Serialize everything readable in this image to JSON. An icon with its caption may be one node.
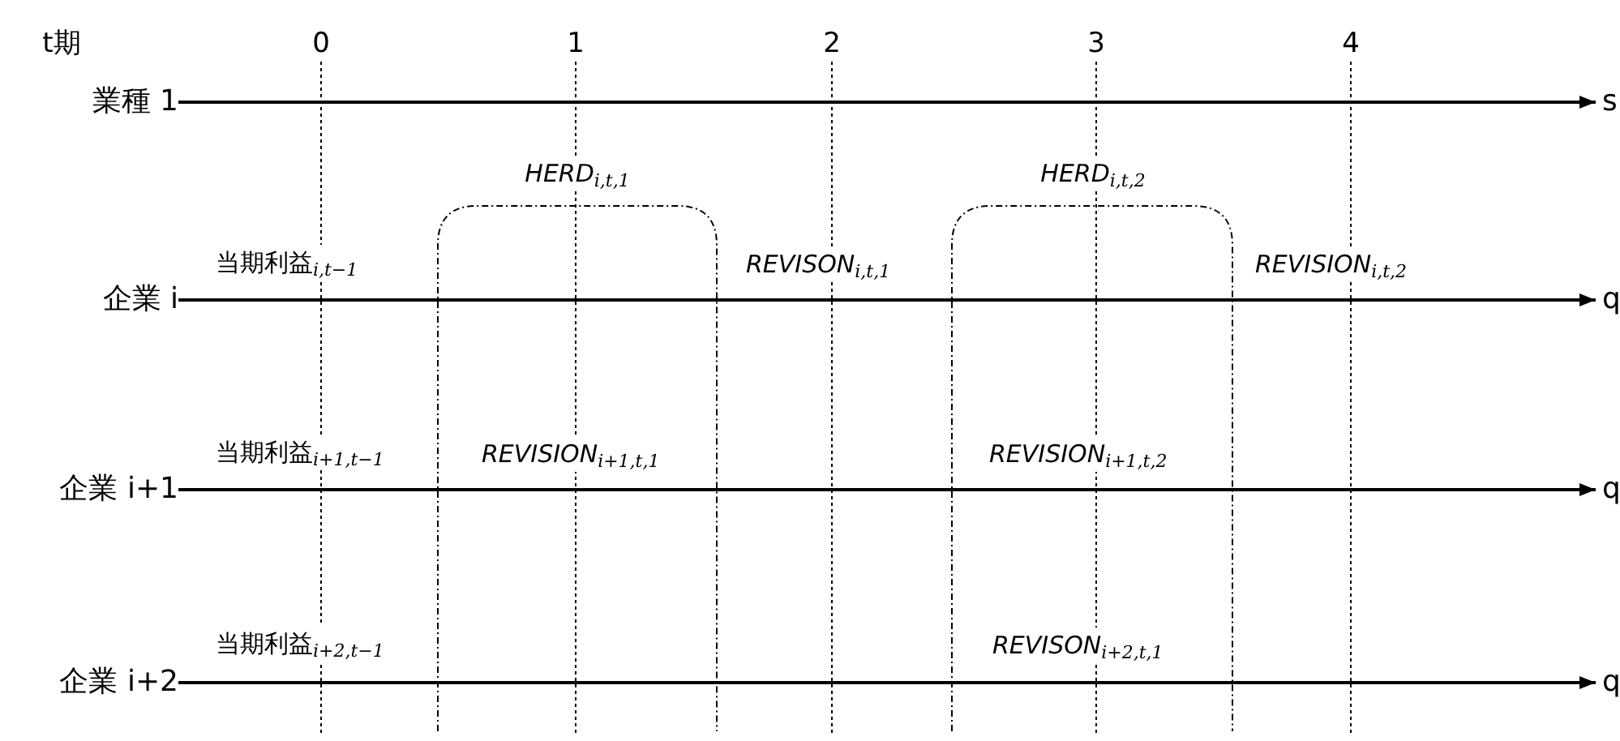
{
  "diagram": {
    "nodes": [
      {
        "text": [
          "業種 1"
        ]
      },
      {
        "text": [
          "s"
        ]
      },
      {
        "text": [
          "企業 i"
        ]
      },
      {
        "text": [
          "q"
        ]
      },
      {
        "text": [
          "企業 i+1"
        ]
      },
      {
        "text": [
          "q"
        ]
      },
      {
        "text": [
          "企業 i+2"
        ]
      },
      {
        "text": [
          "q"
        ]
      }
    ],
    "edges": [
      {
        "from": 0,
        "to": 1,
        "arrow": "to"
      },
      {
        "from": 2,
        "to": 3,
        "arrow": "to"
      },
      {
        "from": 4,
        "to": 5,
        "arrow": "to"
      },
      {
        "from": 6,
        "to": 7,
        "arrow": "to"
      }
    ],
    "labels": [
      "t期",
      "0",
      "1",
      "2",
      "3",
      "4",
      "*HERD*$_{i,t,1}$",
      "*HERD*$_{i,t,2}$",
      "当期利益$_{i,t−1}$",
      "*REVISON*$_{i,t,1}$",
      "*REVISION*$_{i,t,2}$",
      "当期利益$_{i+1,t−1}$",
      "*REVISION*$_{i+1,t,1}$",
      "*REVISION*$_{i+1,t,2}$",
      "当期利益$_{i+2,t−1}$",
      "*REVISON*$_{i+2,t,1}$"
    ]
  }
}
